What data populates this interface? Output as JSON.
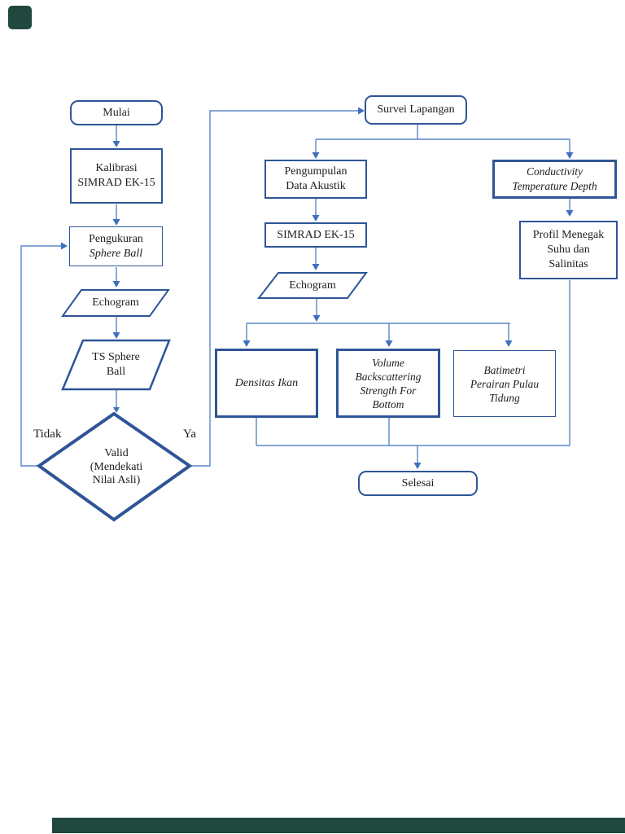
{
  "colors": {
    "box_border_blue": "#2e5597",
    "connector_blue": "#5b87c6",
    "arrowhead_blue": "#3f6fc1",
    "accent_teal": "#20483e",
    "background": "#ffffff",
    "text": "#1d1d1f"
  },
  "flowchart": {
    "nodes": {
      "mulai": {
        "label": "Mulai",
        "type": "terminator"
      },
      "kalibrasi": {
        "label": "Kalibrasi\nSIMRAD EK-15",
        "type": "process"
      },
      "pengukuran": {
        "line1": "Pengukuran",
        "line2": "Sphere Ball",
        "type": "process"
      },
      "echogram1": {
        "label": "Echogram",
        "type": "data"
      },
      "ts_sphere_ball": {
        "label": "TS Sphere\nBall",
        "type": "data"
      },
      "valid_decision": {
        "label": "Valid\n(Mendekati\nNilai Asli)",
        "type": "decision"
      },
      "survei_lapangan": {
        "label": "Survei Lapangan",
        "type": "terminator"
      },
      "pengumpulan": {
        "label": "Pengumpulan\nData Akustik",
        "type": "process"
      },
      "simrad_ek15": {
        "label": "SIMRAD EK-15",
        "type": "process"
      },
      "echogram2": {
        "label": "Echogram",
        "type": "data"
      },
      "conductivity": {
        "label": "Conductivity\nTemperature Depth",
        "type": "process"
      },
      "profil_menegak": {
        "label": "Profil Menegak\nSuhu dan\nSalinitas",
        "type": "process"
      },
      "densitas_ikan": {
        "label": "Densitas Ikan",
        "type": "process"
      },
      "volume_backscattering": {
        "label": "Volume\nBackscattering\nStrength For\nBottom",
        "type": "process"
      },
      "batimetri": {
        "label": "Batimetri\nPerairan Pulau\nTidung",
        "type": "process"
      },
      "selesai": {
        "label": "Selesai",
        "type": "terminator"
      }
    },
    "edge_labels": {
      "no": "Tidak",
      "yes": "Ya"
    }
  }
}
